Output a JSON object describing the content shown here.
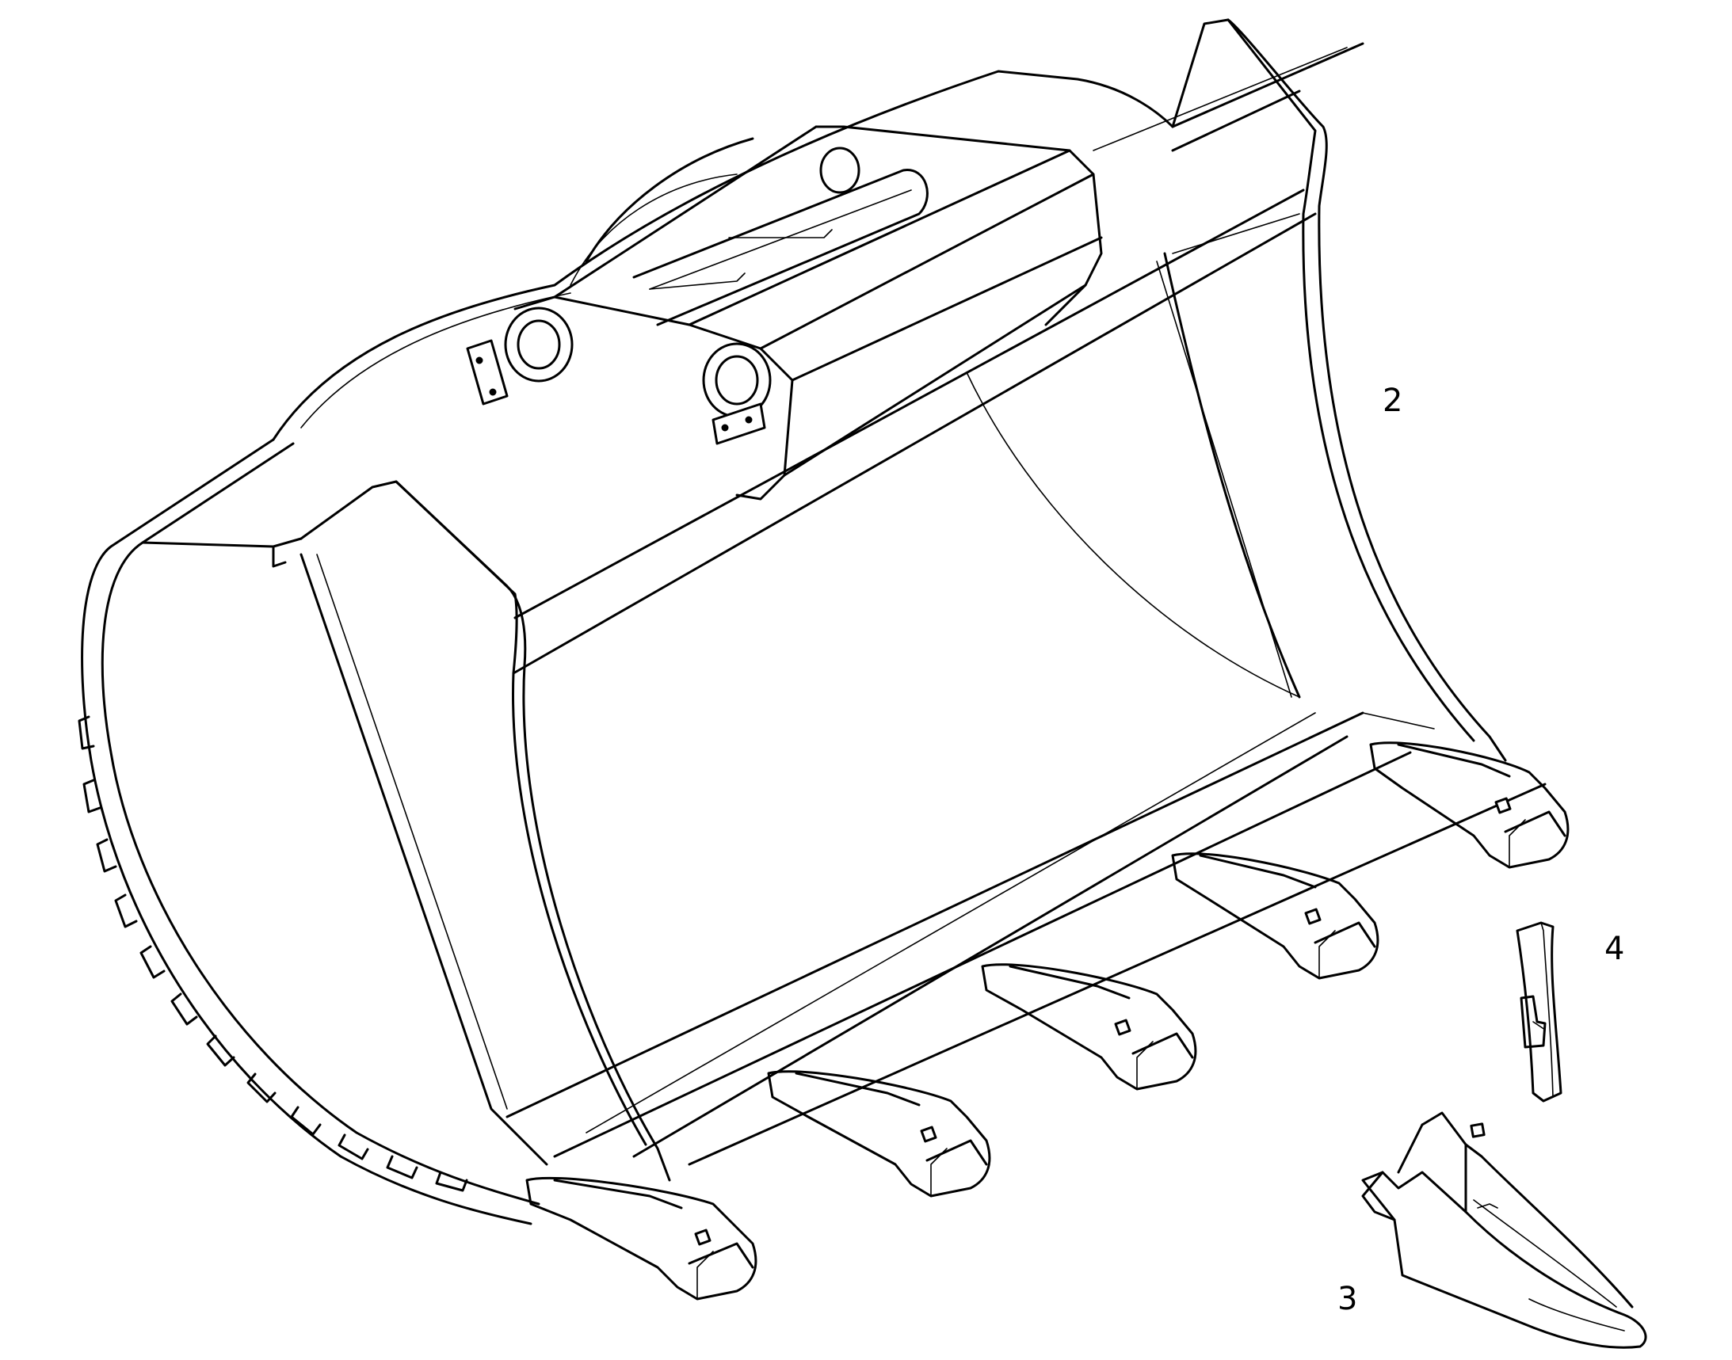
{
  "callouts": {
    "part_2": "2",
    "part_3": "3",
    "part_4": "4"
  },
  "colors": {
    "line": "#000000",
    "background": "#ffffff"
  }
}
